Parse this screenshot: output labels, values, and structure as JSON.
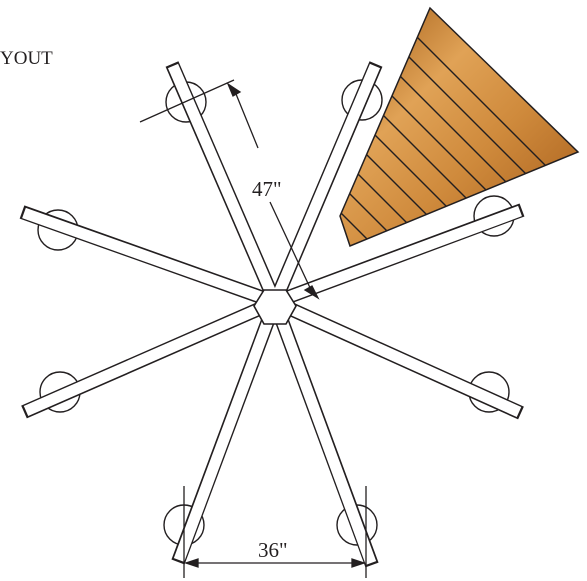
{
  "heading": "YOUT",
  "dimensions": {
    "radius_label": "47\"",
    "spacing_label": "36\""
  },
  "colors": {
    "wood_dark": "#a05a14",
    "wood_light": "#e3a458",
    "line": "#231f20",
    "fill": "#ffffff"
  }
}
